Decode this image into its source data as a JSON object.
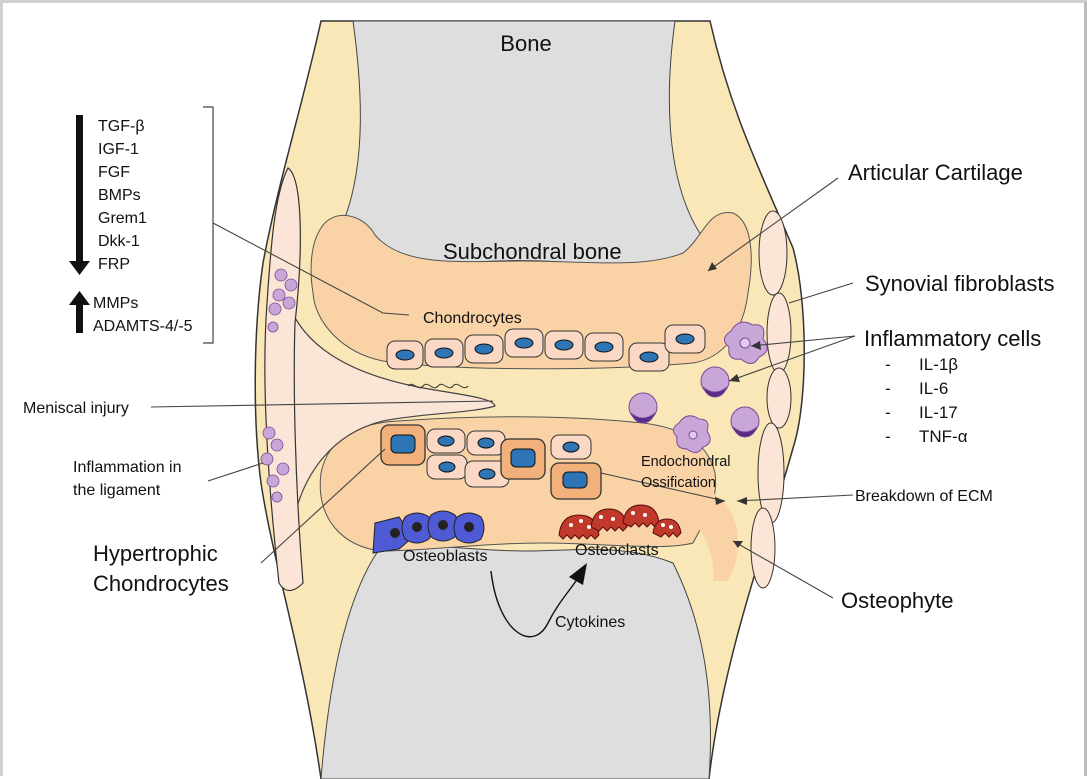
{
  "labels": {
    "bone": "Bone",
    "articular_cartilage": "Articular Cartilage",
    "subchondral_bone": "Subchondral bone",
    "synovial_fibroblasts": "Synovial fibroblasts",
    "inflammatory_cells": "Inflammatory cells",
    "chondrocytes": "Chondrocytes",
    "meniscal_injury": "Meniscal injury",
    "inflammation_line1": "Inflammation in",
    "inflammation_line2": "the ligament",
    "hypertrophic_line1": "Hypertrophic",
    "hypertrophic_line2": "Chondrocytes",
    "endochondral_line1": "Endochondral",
    "endochondral_line2": "Ossification",
    "breakdown_ecm": "Breakdown of ECM",
    "osteoblasts": "Osteoblasts",
    "osteoclasts": "Osteoclasts",
    "cytokines": "Cytokines",
    "osteophyte": "Osteophyte"
  },
  "down_factors": [
    "TGF-β",
    "IGF-1",
    "FGF",
    "BMPs",
    "Grem1",
    "Dkk-1",
    "FRP"
  ],
  "up_factors": [
    "MMPs",
    "ADAMTS-4/-5"
  ],
  "cytokine_list": [
    "IL-1β",
    "IL-6",
    "IL-17",
    "TNF-α"
  ],
  "list_dash": "-",
  "colors": {
    "bone_shell": "#f9e7b7",
    "marrow": "#dedede",
    "cartilage": "#f9d3a6",
    "synovium": "#fbe5d6",
    "chondrocyte_cell": "#fbd8c4",
    "nucleus": "#2e75b6",
    "inflammatory_cell": "#c8a7d8",
    "osteoblast": "#4f5bd5",
    "osteoclast": "#c0392b"
  }
}
